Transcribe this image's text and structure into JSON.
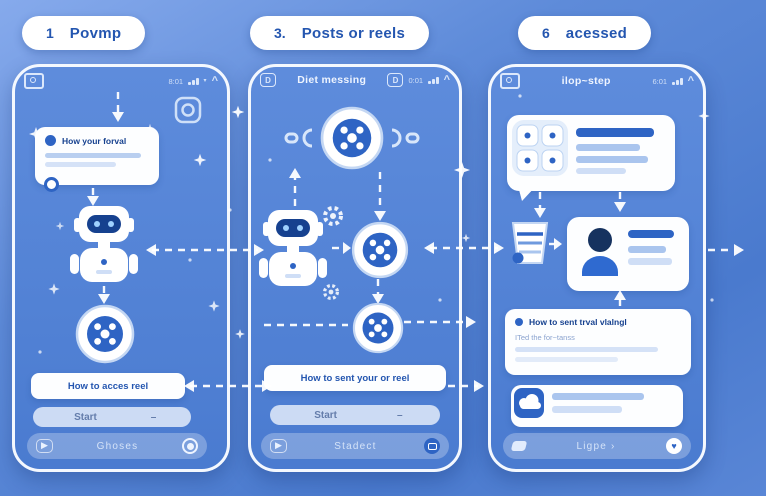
{
  "colors": {
    "background_top": "#86aaec",
    "background_bottom": "#4a7ace",
    "accent_blue": "#2456b0",
    "visor_blue": "#16418f",
    "icon_blue": "#2e64c4",
    "card_white": "#fdfeff",
    "line_light": "#b9cff0"
  },
  "icons": {
    "play": "▶",
    "heart": "♥",
    "signal": "▾"
  },
  "steps": [
    {
      "number": "1",
      "label": "Povmp"
    },
    {
      "number": "3.",
      "label": "Posts or reels"
    },
    {
      "number": "6",
      "label": "acessed"
    }
  ],
  "phones": [
    {
      "header": {
        "time": "8:01",
        "chevron": "^"
      },
      "chat": {
        "title": "How your forval"
      },
      "caption": "How to acces reel",
      "start": {
        "label": "Start",
        "dash": "–"
      },
      "bottom": {
        "label": "Ghoses"
      }
    },
    {
      "header": {
        "badge": "D",
        "title": "Diet messing",
        "badge2": "D",
        "time": "0:01",
        "chevron": "^"
      },
      "caption": "How to sent your or reel",
      "start": {
        "label": "Start",
        "dash": "–"
      },
      "bottom": {
        "label": "Stadect"
      }
    },
    {
      "header": {
        "title": "ilop~step",
        "time": "6:01",
        "chevron": "^"
      },
      "caption": {
        "title": "How to sent trval vlalngl",
        "sub": "ITed the for~tanss"
      },
      "bottom": {
        "label": "Ligpe ›"
      }
    }
  ]
}
